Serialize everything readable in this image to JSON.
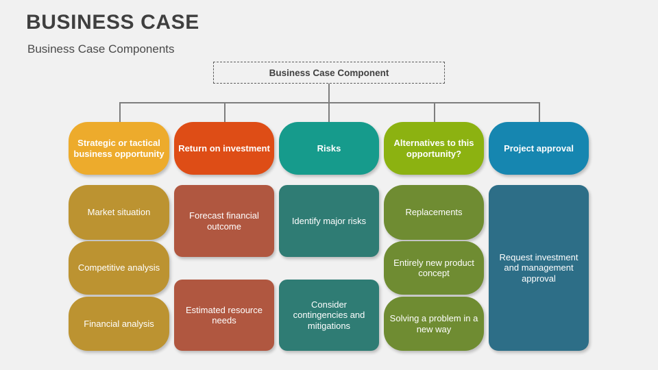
{
  "slide": {
    "title": "BUSINESS CASE",
    "subtitle": "Business Case Components",
    "background": "#f1f1f1"
  },
  "root": {
    "label": "Business Case Component",
    "border_color": "#5b5b5b",
    "text_color": "#404040"
  },
  "connector_color": "#7d7d7d",
  "columns": [
    {
      "id": "strategic",
      "header": {
        "label": "Strategic or tactical business opportunity",
        "color": "#edab2c"
      },
      "sub_color": "#bc9331",
      "shape": "round",
      "items": [
        {
          "label": "Market situation"
        },
        {
          "label": "Competitive analysis"
        },
        {
          "label": "Financial analysis"
        }
      ]
    },
    {
      "id": "roi",
      "header": {
        "label": "Return on investment",
        "color": "#de4d16"
      },
      "sub_color": "#b05740",
      "shape": "soft",
      "items": [
        {
          "label": "Forecast financial outcome"
        },
        {
          "label": "Estimated resource needs"
        }
      ]
    },
    {
      "id": "risks",
      "header": {
        "label": "Risks",
        "color": "#169b8c"
      },
      "sub_color": "#2f7c74",
      "shape": "soft",
      "items": [
        {
          "label": "Identify major risks"
        },
        {
          "label": "Consider contingencies and mitigations"
        }
      ]
    },
    {
      "id": "alternatives",
      "header": {
        "label": "Alternatives to this opportunity?",
        "color": "#8cb211"
      },
      "sub_color": "#6f8c32",
      "shape": "round",
      "items": [
        {
          "label": "Replacements"
        },
        {
          "label": "Entirely new product concept"
        },
        {
          "label": "Solving a problem in a new way"
        }
      ]
    },
    {
      "id": "approval",
      "header": {
        "label": "Project approval",
        "color": "#1686b0"
      },
      "sub_color": "#2d6e87",
      "shape": "soft2",
      "items": [
        {
          "label": "Request investment and management approval"
        }
      ]
    }
  ]
}
